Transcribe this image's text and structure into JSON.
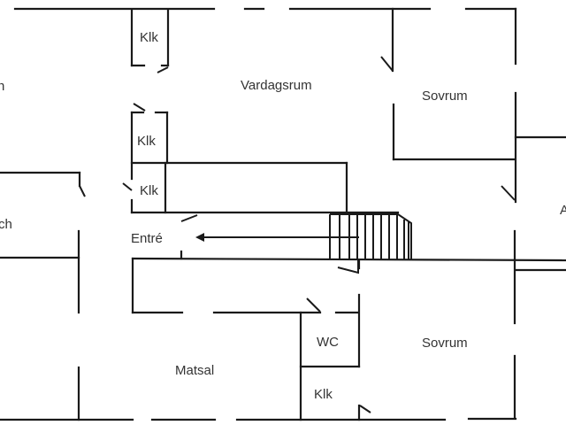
{
  "diagram": {
    "type": "floor-plan",
    "line_color": "#1a1a1a",
    "text_color": "#333333",
    "rooms": {
      "vardagsrum": "Vardagsrum",
      "sovrum_top": "Sovrum",
      "sovrum_bottom": "Sovrum",
      "entre": "Entré",
      "matsal": "Matsal",
      "wc": "WC",
      "klk_top": "Klk",
      "klk_mid1": "Klk",
      "klk_mid2": "Klk",
      "klk_bottom": "Klk",
      "left_top_partial": "n",
      "left_mid_partial": "ch",
      "right_partial": "A"
    },
    "symbols": {
      "stairs": "stairs",
      "entry_arrow": "arrow-left"
    }
  }
}
